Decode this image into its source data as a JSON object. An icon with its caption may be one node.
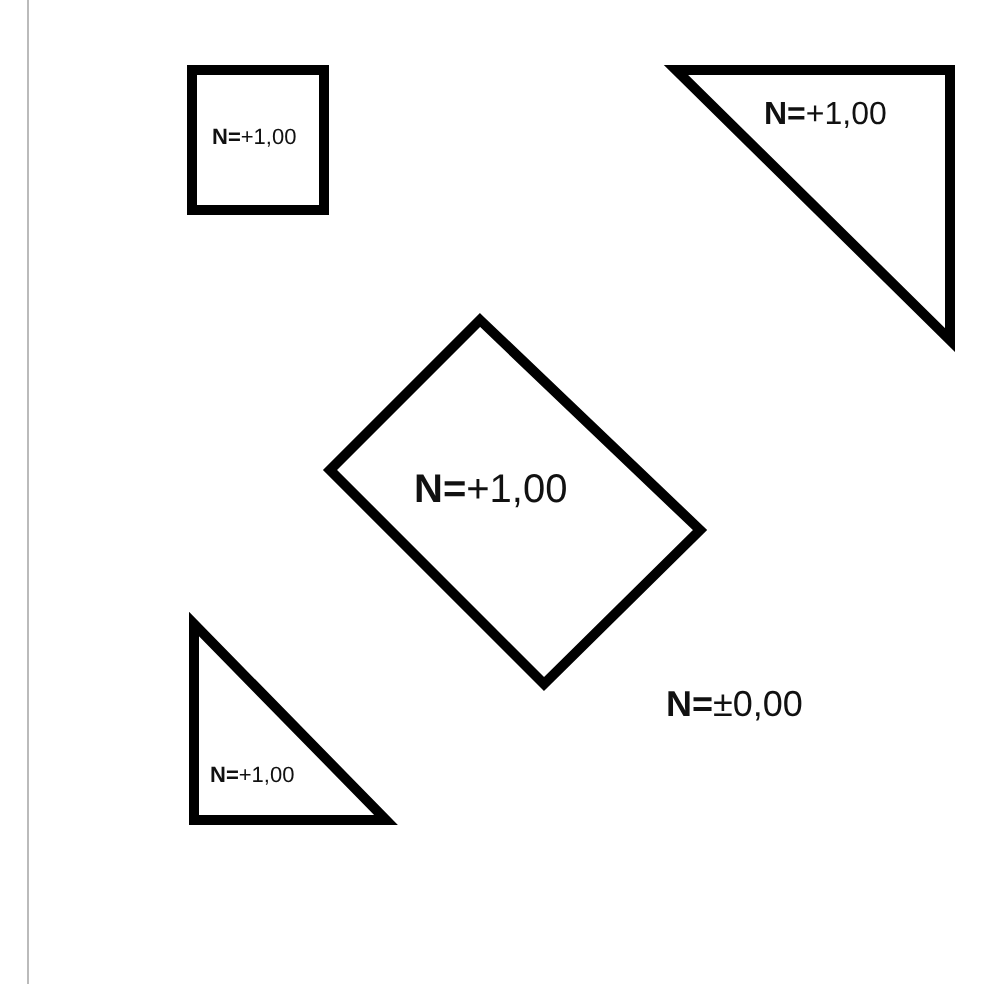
{
  "diagram": {
    "nodes": [
      {
        "text": [
          "**N=**+1,00"
        ]
      },
      {
        "text": [
          "**N=**+1,00"
        ]
      },
      {
        "text": [
          "**N=**+1,00"
        ]
      },
      {
        "text": [
          "**N=**+1,00"
        ]
      }
    ],
    "labels": [
      "**N=**±0,00"
    ]
  }
}
